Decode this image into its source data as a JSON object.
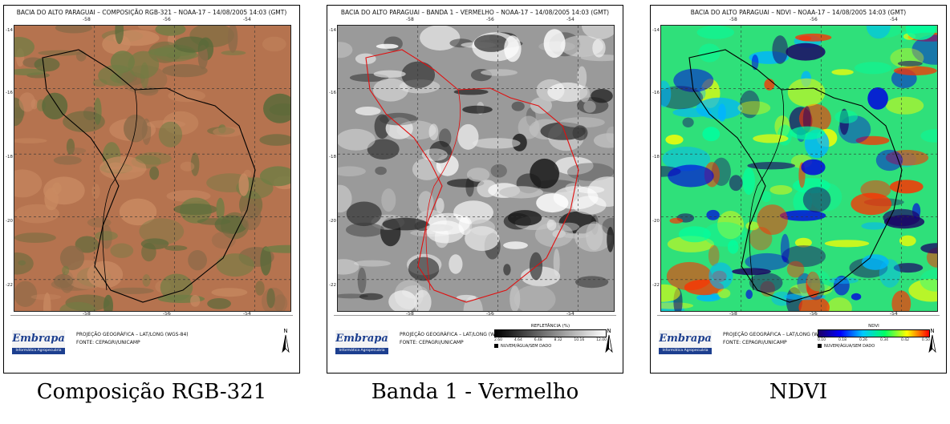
{
  "panels": [
    {
      "id": "rgb",
      "title": "BACIA DO ALTO PARAGUAI – COMPOSIÇÃO RGB-321 – NOAA-17 – 14/08/2005 14:03 (GMT)",
      "caption": "Composição RGB-321",
      "top_ticks": [
        "-58",
        "-56",
        "-54"
      ],
      "bottom_ticks": [
        "-58",
        "-56",
        "-54"
      ],
      "side_ticks": [
        "-14",
        "-16",
        "-18",
        "-20",
        "-22"
      ],
      "projection": "PROJEÇÃO GEOGRÁFICA – LAT/LONG (WGS-84)",
      "source": "FONTE: CEPAGRI/UNICAMP",
      "legend": null
    },
    {
      "id": "banda1",
      "title": "BACIA DO ALTO PARAGUAI – BANDA 1 – VERMELHO – NOAA-17 – 14/08/2005 14:03 (GMT)",
      "caption": "Banda 1 - Vermelho",
      "top_ticks": [
        "-58",
        "-56",
        "-54"
      ],
      "bottom_ticks": [
        "-58",
        "-56",
        "-54"
      ],
      "side_ticks": [
        "-14",
        "-16",
        "-18",
        "-20",
        "-22"
      ],
      "projection": "PROJEÇÃO GEOGRÁFICA – LAT/LONG (WGS-84)",
      "source": "FONTE: CEPAGRI/UNICAMP",
      "legend": {
        "title": "REFLETÂNCIA (%)",
        "ticks": [
          "2.60",
          "4.64",
          "6.48",
          "8.32",
          "10.16",
          "12.00"
        ],
        "nodata": "NUVEM/ÁGUA/SEM DADO",
        "colors": [
          "#000000",
          "#ffffff"
        ]
      }
    },
    {
      "id": "ndvi",
      "title": "BACIA DO ALTO PARAGUAI – NDVI – NOAA-17 – 14/08/2005 14:03 (GMT)",
      "caption": "NDVI",
      "top_ticks": [
        "-58",
        "-56",
        "-54"
      ],
      "bottom_ticks": [
        "-58",
        "-56",
        "-54"
      ],
      "side_ticks": [
        "-14",
        "-16",
        "-18",
        "-20",
        "-22"
      ],
      "projection": "PROJEÇÃO GEOGRÁFICA – LAT/LONG (WGS-84)",
      "source": "FONTE: CEPAGRI/UNICAMP",
      "legend": {
        "title": "NDVI",
        "ticks": [
          "0.10",
          "0.18",
          "0.26",
          "0.34",
          "0.42",
          "0.50"
        ],
        "nodata": "NUVEM/ÁGUA/SEM DADO",
        "colors": [
          "#1a0066",
          "#0000ff",
          "#00c8ff",
          "#00ff64",
          "#ffff00",
          "#ff0000"
        ]
      }
    }
  ],
  "logo": {
    "name": "Embrapa",
    "subtitle": "Informática Agropecuária"
  },
  "colors": {
    "rgb_base": "#b5734f",
    "rgb_green": "#6f7d44",
    "ndvi_base": "#2fe07a",
    "boundary_dark": "#000000",
    "boundary_red": "#e01010"
  }
}
